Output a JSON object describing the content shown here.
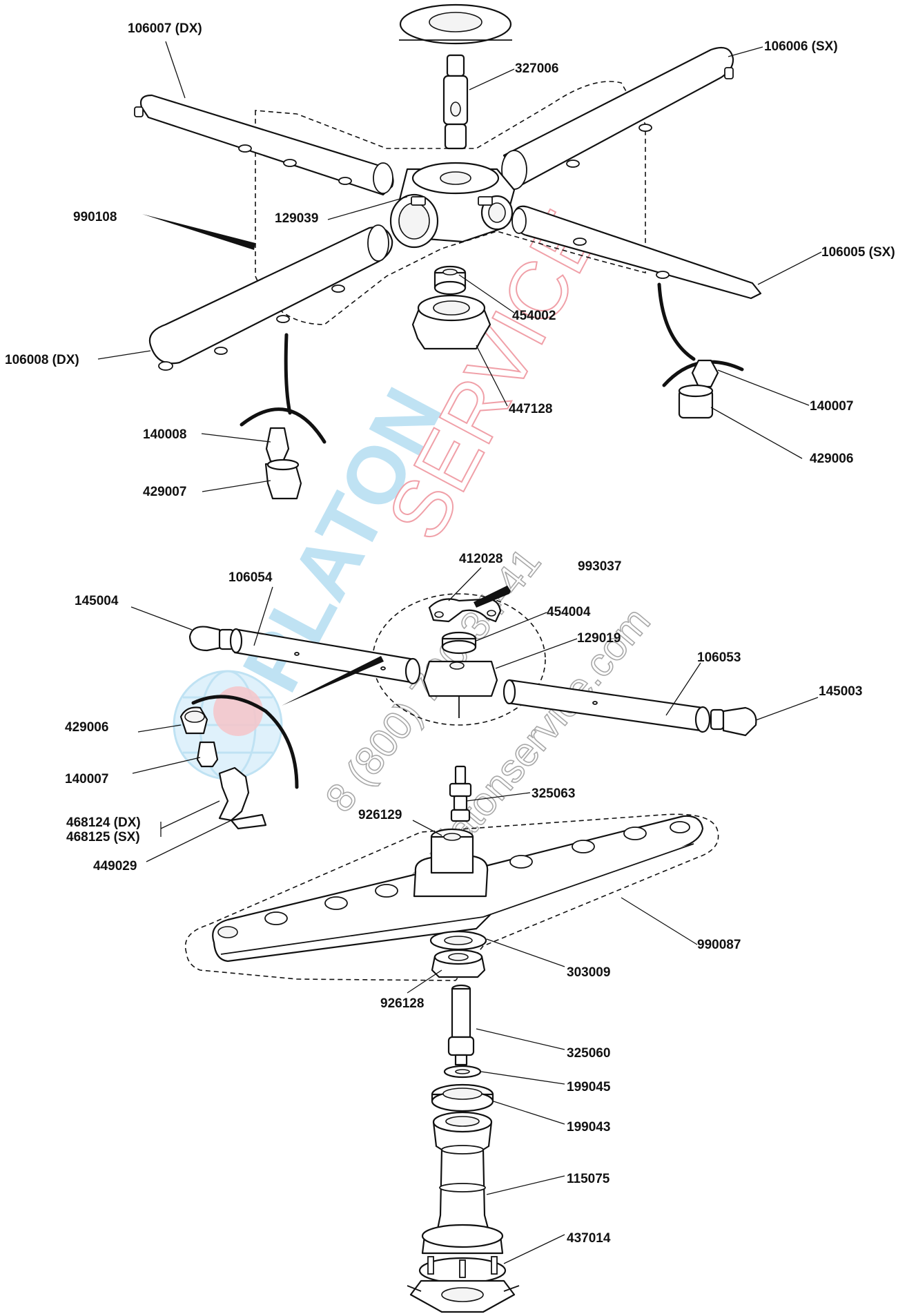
{
  "watermark": {
    "brand_a": "PLATON",
    "brand_b": "SERVICE",
    "phone": "8 (800) 700-34-41",
    "site": "www.platonservice.com"
  },
  "labels": {
    "p106007": "106007 (DX)",
    "p106006": "106006 (SX)",
    "p327006": "327006",
    "p990108": "990108",
    "p129039": "129039",
    "p106005": "106005 (SX)",
    "p454002": "454002",
    "p106008": "106008 (DX)",
    "p447128": "447128",
    "p140007a": "140007",
    "p429006a": "429006",
    "p140008": "140008",
    "p429007": "429007",
    "p412028": "412028",
    "p993037": "993037",
    "p106054": "106054",
    "p145004": "145004",
    "p454004": "454004",
    "p129019": "129019",
    "p106053": "106053",
    "p145003": "145003",
    "p429006b": "429006",
    "p140007b": "140007",
    "p468124": "468124 (DX)",
    "p468125": "468125 (SX)",
    "p449029": "449029",
    "p325063": "325063",
    "p926129": "926129",
    "p990087": "990087",
    "p303009": "303009",
    "p926128": "926128",
    "p325060": "325060",
    "p199045": "199045",
    "p199043": "199043",
    "p115075": "115075",
    "p437014": "437014"
  }
}
